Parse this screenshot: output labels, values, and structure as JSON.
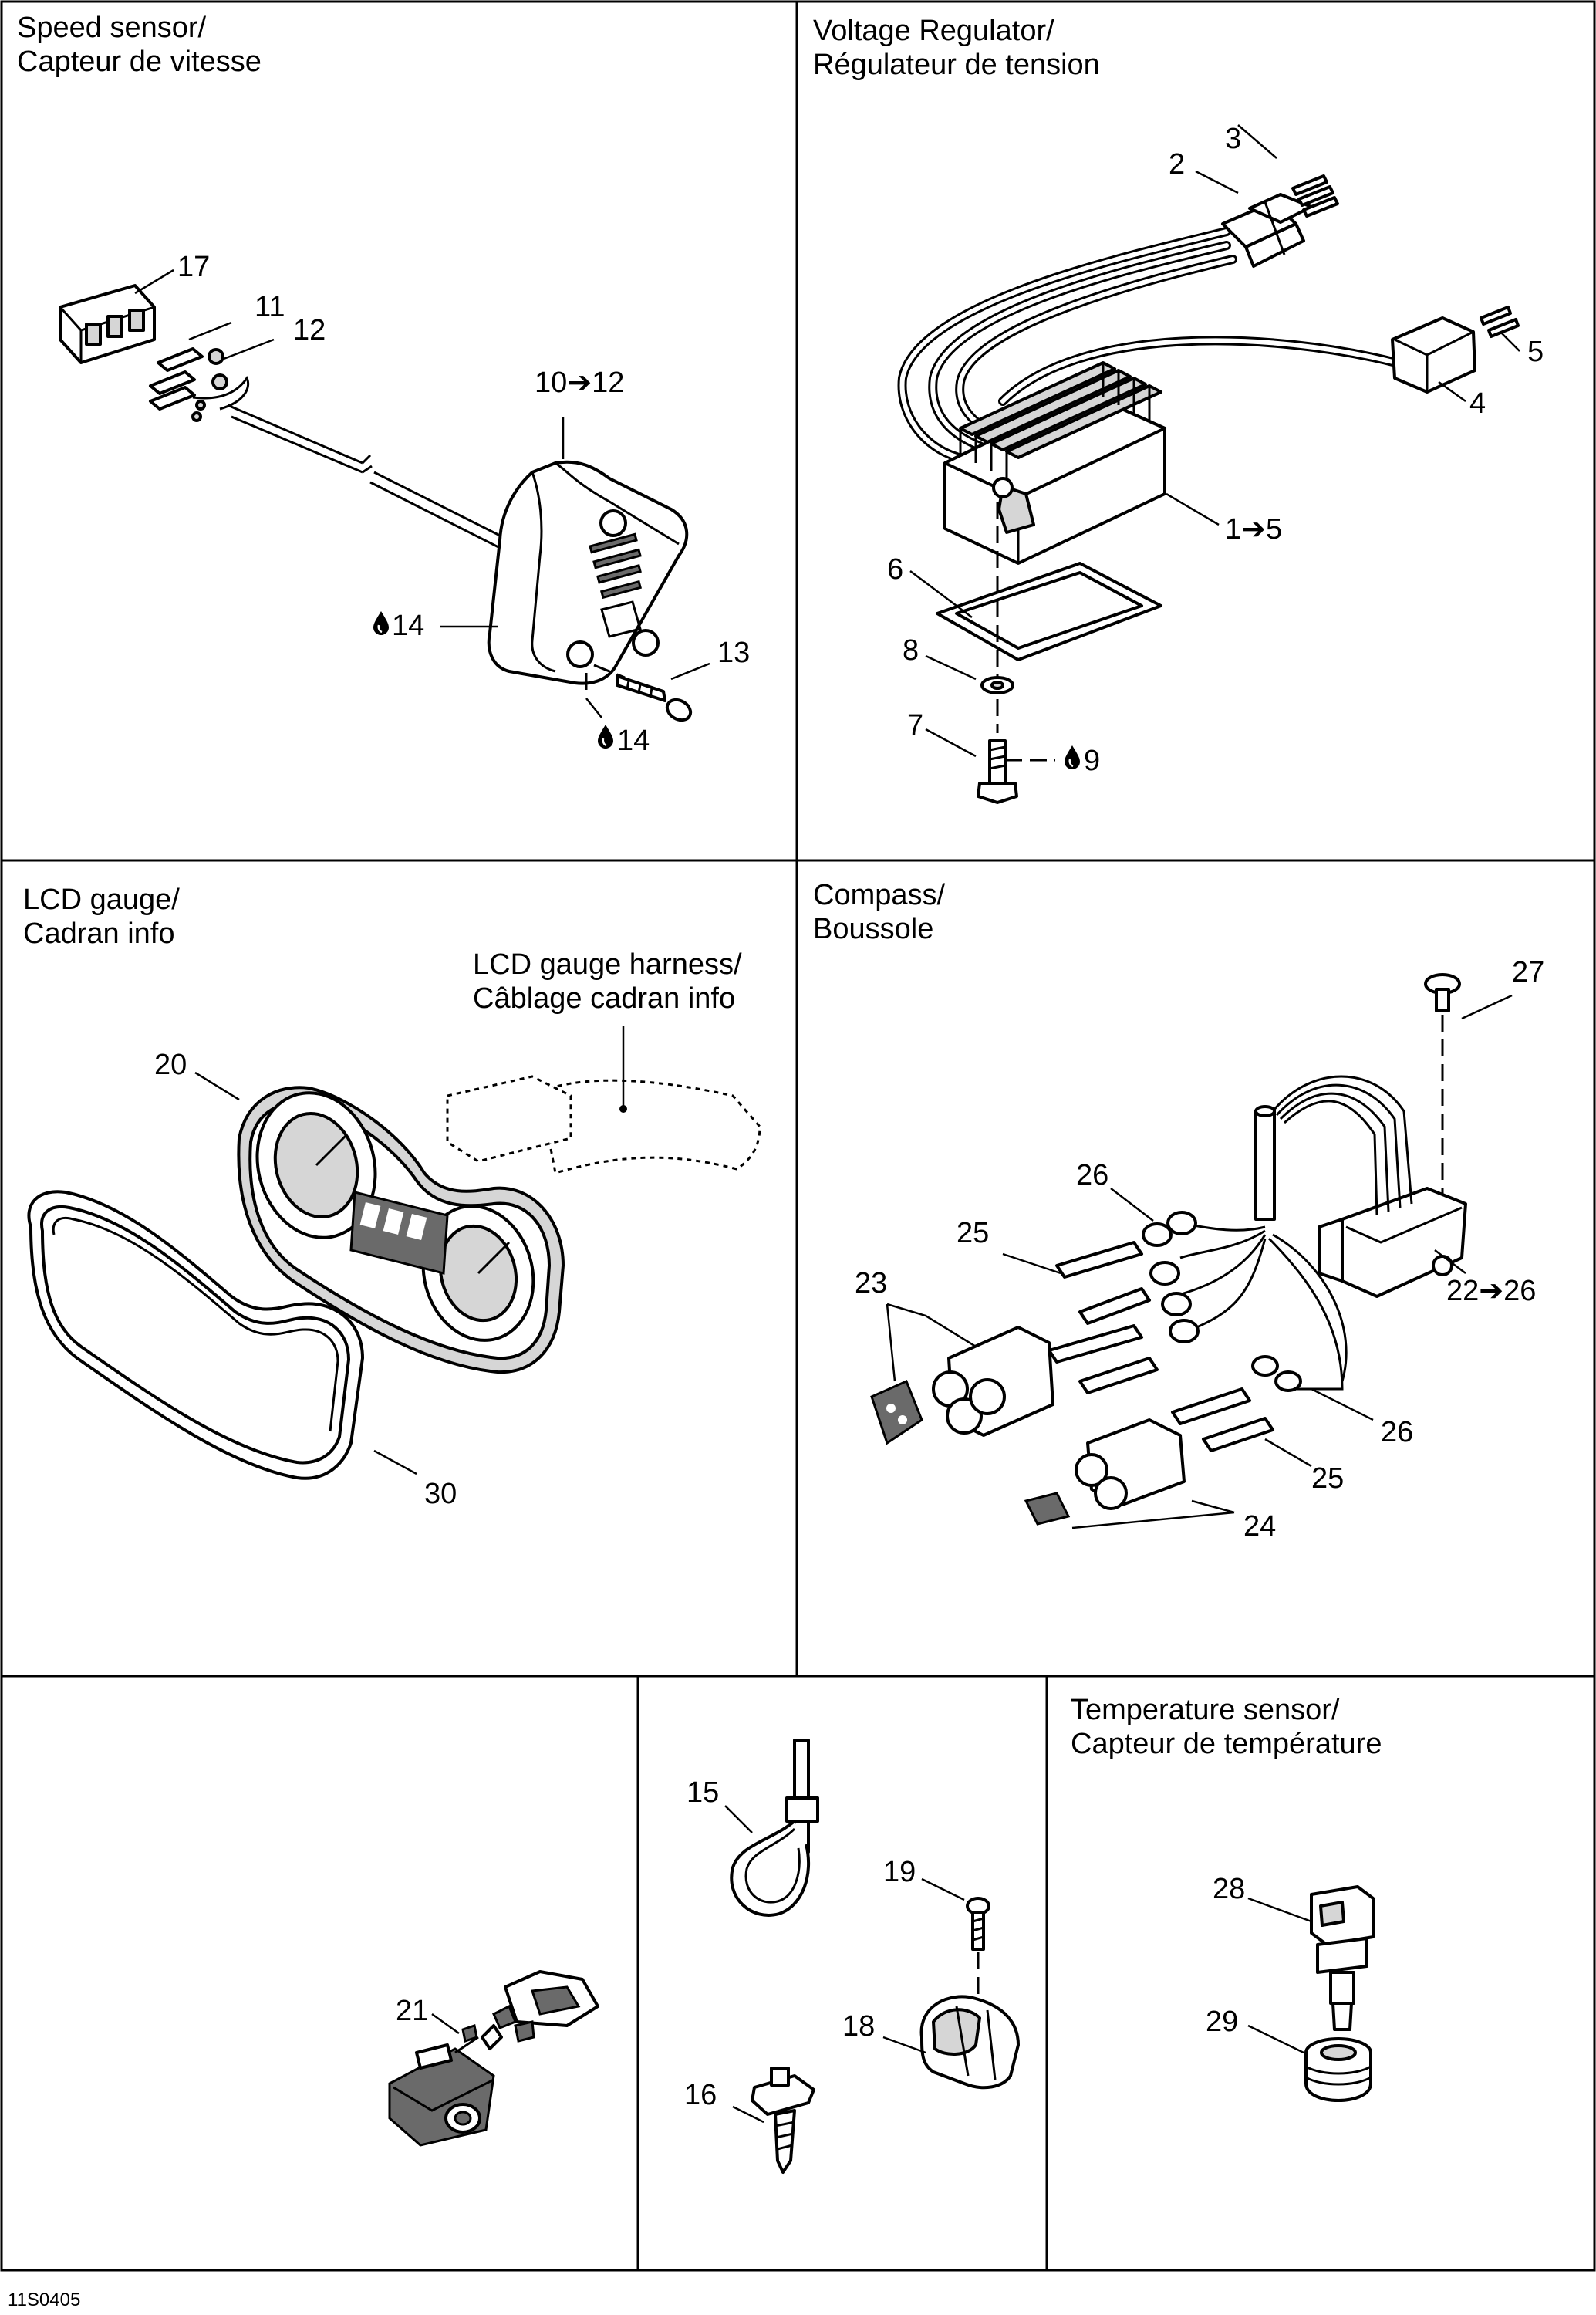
{
  "panels": {
    "speed_sensor": {
      "title_en": "Speed sensor/",
      "title_fr": "Capteur de vitesse",
      "labels": {
        "p17": "17",
        "p11": "11",
        "p12": "12",
        "p10_12": "10➔12",
        "p13": "13",
        "p14a": "14",
        "p14b": "14"
      }
    },
    "voltage_regulator": {
      "title_en": "Voltage Regulator/",
      "title_fr": "Régulateur de tension",
      "labels": {
        "p3": "3",
        "p2": "2",
        "p5": "5",
        "p4": "4",
        "p1_5": "1➔5",
        "p6": "6",
        "p8": "8",
        "p7": "7",
        "p9": "9"
      }
    },
    "lcd_gauge": {
      "title_en": "LCD gauge/",
      "title_fr": "Cadran info",
      "harness_en": "LCD gauge harness/",
      "harness_fr": "Câblage cadran info",
      "labels": {
        "p20": "20",
        "p30": "30"
      }
    },
    "compass": {
      "title_en": "Compass/",
      "title_fr": "Boussole",
      "labels": {
        "p27": "27",
        "p26a": "26",
        "p25a": "25",
        "p23": "23",
        "p22_26": "22➔26",
        "p26b": "26",
        "p25b": "25",
        "p24": "24"
      }
    },
    "misc_left": {
      "labels": {
        "p21": "21"
      }
    },
    "fasteners": {
      "labels": {
        "p15": "15",
        "p19": "19",
        "p18": "18",
        "p16": "16"
      }
    },
    "temperature_sensor": {
      "title_en": "Temperature sensor/",
      "title_fr": "Capteur de température",
      "labels": {
        "p28": "28",
        "p29": "29"
      }
    }
  },
  "icons": {
    "grease": "droplet-icon",
    "arrow": "arrow-right"
  },
  "drawing_code": "11S0405"
}
